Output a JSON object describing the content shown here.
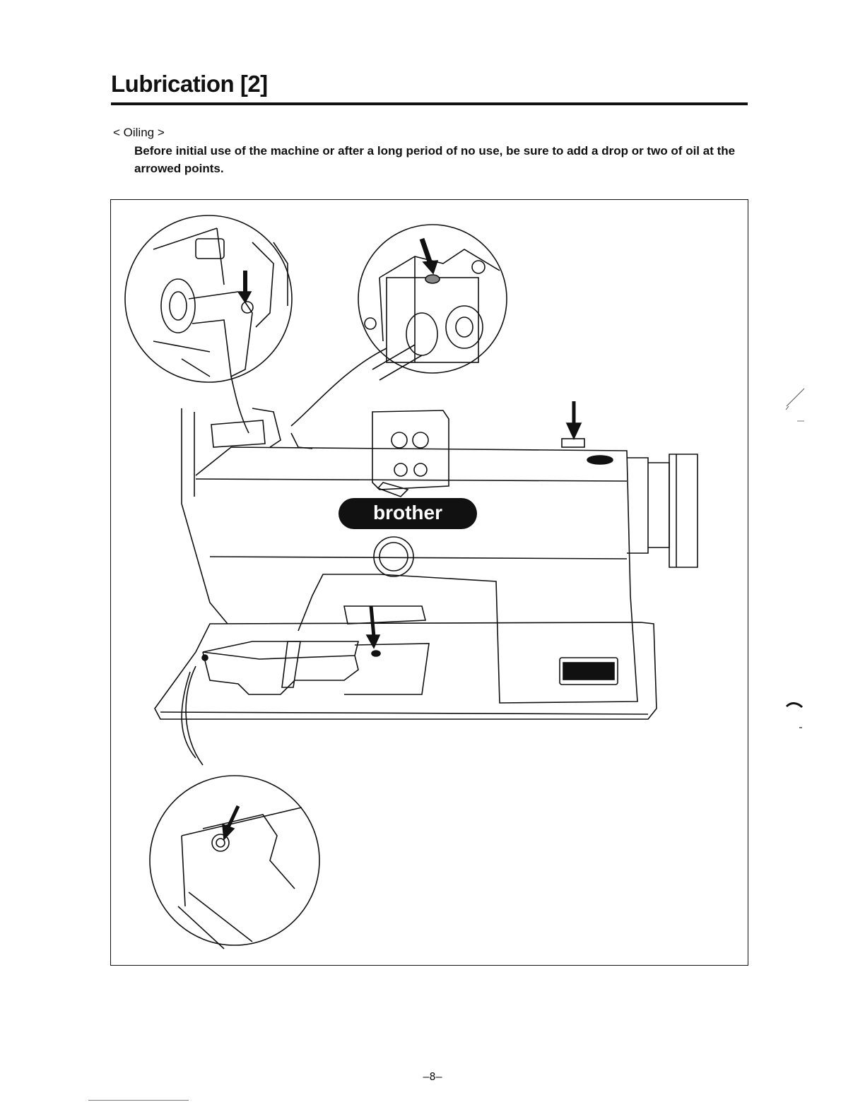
{
  "page": {
    "title": "Lubrication [2]",
    "section_label": "< Oiling >",
    "instruction": "Before initial use of the machine or after a long period of no use, be sure to add a drop or two of oil at the arrowed points.",
    "page_number": "–8–"
  },
  "figure": {
    "brand_logo_text": "brother",
    "content": "Sewing machine with arrowed oiling points and magnified detail circles"
  }
}
